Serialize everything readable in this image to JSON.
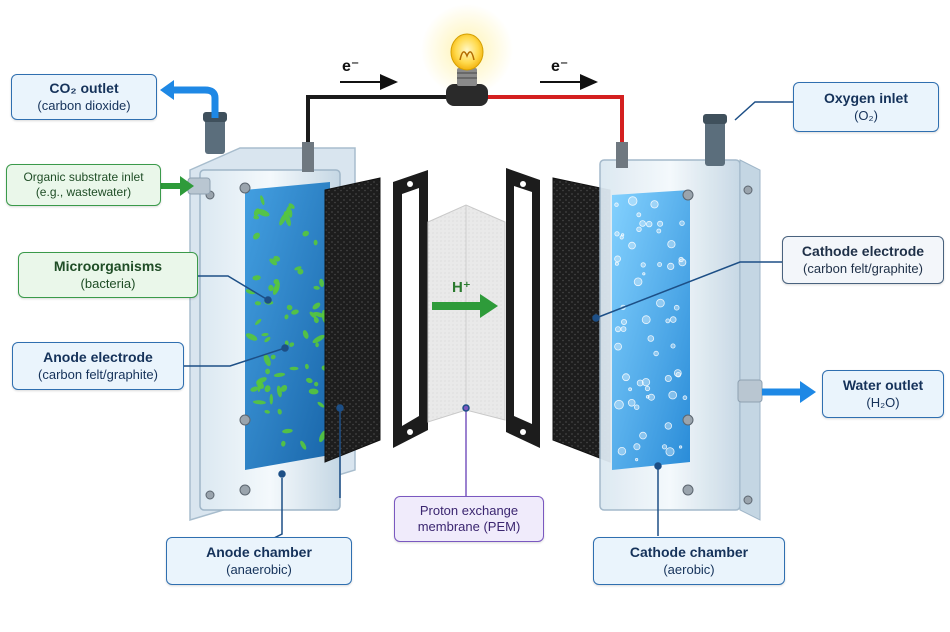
{
  "labels": {
    "co2_outlet": {
      "line1": "CO₂ outlet",
      "line2": "(carbon dioxide)"
    },
    "substrate_inlet": {
      "line1": "Organic substrate inlet",
      "line2": "(e.g., wastewater)"
    },
    "microorganisms": {
      "line1": "Microorganisms",
      "line2": "(bacteria)"
    },
    "anode_electrode": {
      "line1": "Anode electrode",
      "line2": "(carbon felt/graphite)"
    },
    "anode_chamber": {
      "line1": "Anode chamber",
      "line2": "(anaerobic)"
    },
    "pem": {
      "line1": "Proton exchange",
      "line2": "membrane (PEM)"
    },
    "cathode_chamber": {
      "line1": "Cathode chamber",
      "line2": "(aerobic)"
    },
    "oxygen_inlet": {
      "line1": "Oxygen inlet",
      "line2": "(O₂)"
    },
    "cathode_electrode": {
      "line1": "Cathode electrode",
      "line2": "(carbon felt/graphite)"
    },
    "water_outlet": {
      "line1": "Water outlet",
      "line2": "(H₂O)"
    }
  },
  "electron_label": "e⁻",
  "proton_label": "H⁺",
  "colors": {
    "frame": "#c9dbe8",
    "anolyte": "#1f7fc6",
    "catholyte": "#3aa6ea",
    "bacteria": "#58c83a",
    "electrode": "#222222",
    "wire_negative": "#1a1a1a",
    "wire_positive": "#d42020",
    "callout_border": "#2f6fb0",
    "arrow_blue": "#1e88e5",
    "arrow_green": "#2e9b3a"
  }
}
